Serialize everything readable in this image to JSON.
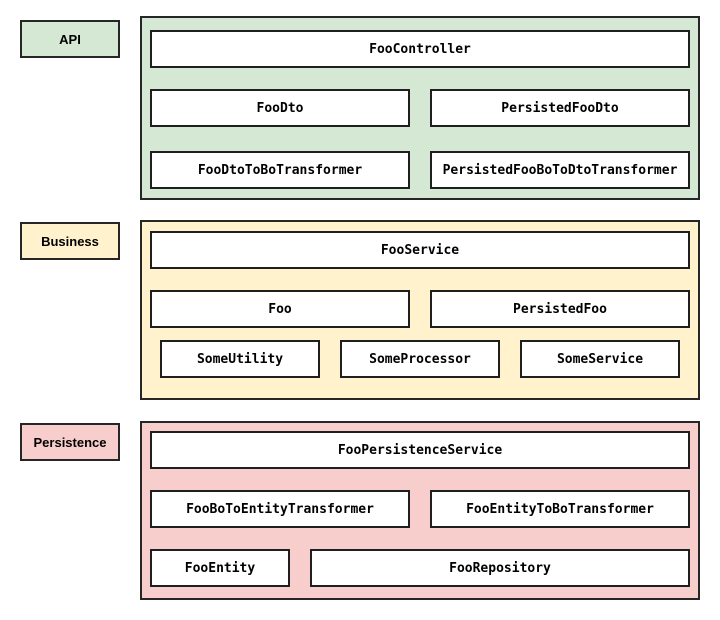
{
  "colors": {
    "background": "#ffffff",
    "border": "#262626",
    "box_fill": "#ffffff",
    "text": "#000000",
    "api_fill": "#d5e8d4",
    "business_fill": "#fff2cc",
    "persistence_fill": "#f8cecc"
  },
  "layers": [
    {
      "label": "API",
      "fill": "#d5e8d4",
      "rows": [
        {
          "boxes": [
            {
              "label": "FooController"
            }
          ]
        },
        {
          "boxes": [
            {
              "label": "FooDto"
            },
            {
              "label": "PersistedFooDto"
            }
          ]
        },
        {
          "boxes": [
            {
              "label": "FooDtoToBoTransformer"
            },
            {
              "label": "PersistedFooBoToDtoTransformer"
            }
          ]
        }
      ]
    },
    {
      "label": "Business",
      "fill": "#fff2cc",
      "rows": [
        {
          "boxes": [
            {
              "label": "FooService"
            }
          ]
        },
        {
          "boxes": [
            {
              "label": "Foo"
            },
            {
              "label": "PersistedFoo"
            }
          ]
        },
        {
          "boxes": [
            {
              "label": "SomeUtility"
            },
            {
              "label": "SomeProcessor"
            },
            {
              "label": "SomeService"
            }
          ]
        }
      ]
    },
    {
      "label": "Persistence",
      "fill": "#f8cecc",
      "rows": [
        {
          "boxes": [
            {
              "label": "FooPersistenceService"
            }
          ]
        },
        {
          "boxes": [
            {
              "label": "FooBoToEntityTransformer"
            },
            {
              "label": "FooEntityToBoTransformer"
            }
          ]
        },
        {
          "boxes": [
            {
              "label": "FooEntity"
            },
            {
              "label": "FooRepository"
            }
          ]
        }
      ]
    }
  ]
}
